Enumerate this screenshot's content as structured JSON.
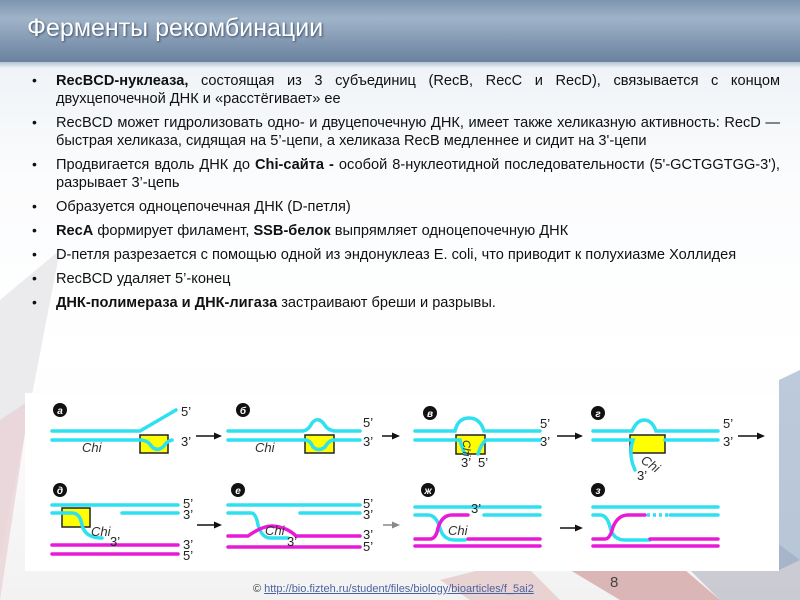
{
  "slide": {
    "title": "Ферменты рекомбинации",
    "page_number": "8",
    "footer": {
      "copyright": "©",
      "link_text": "http://bio.fizteh.ru/student/files/biology/bioarticles/f_5ai2"
    },
    "bullets": [
      [
        {
          "text": "RecBCD-нуклеаза,",
          "bold": true
        },
        {
          "text": " состоящая из 3 субъединиц (RecB, RecC и RecD), связывается с концом двухцепочечной ДНК и «расстёгивает» ее",
          "bold": false
        }
      ],
      [
        {
          "text": "RecBCD может гидролизовать одно- и двуцепочечную ДНК, имеет также хеликазную активность: RecD — быстрая хеликаза, сидящая на 5’-цепи, а хеликаза RecB медленнее и сидит на 3'-цепи",
          "bold": false
        }
      ],
      [
        {
          "text": "Продвигается вдоль ДНК до ",
          "bold": false
        },
        {
          "text": "Chi-сайта -",
          "bold": true
        },
        {
          "text": " особой 8-нуклеотидной последовательности (5'-GCTGGTGG-3'), разрывает 3’-цепь",
          "bold": false
        }
      ],
      [
        {
          "text": "Образуется одноцепочечная ДНК (D-петля)",
          "bold": false
        }
      ],
      [
        {
          "text": "RecA",
          "bold": true
        },
        {
          "text": " формирует филамент, ",
          "bold": false
        },
        {
          "text": "SSB-белок",
          "bold": true
        },
        {
          "text": " выпрямляет одноцепочечную ДНК",
          "bold": false
        }
      ],
      [
        {
          "text": "D-петля разрезается с помощью одной из эндонуклеаз E. coli, что приводит к полухиазме Холлидея",
          "bold": false
        }
      ],
      [
        {
          "text": "RecBCD удаляет 5’-конец",
          "bold": false
        }
      ],
      [
        {
          "text": "ДНК-полимераза и ДНК-лигаза",
          "bold": true
        },
        {
          "text": " застраивают бреши и разрывы.",
          "bold": false
        }
      ]
    ]
  },
  "figure": {
    "panels": [
      "а",
      "б",
      "в",
      "г",
      "д",
      "е",
      "ж",
      "з"
    ],
    "chi_label": "Chi",
    "end5": "5’",
    "end3": "3’",
    "colors": {
      "dna": "#2ee0f0",
      "invading_dna": "#e81ad8",
      "recbcd": "#ffff00",
      "header": "#7e95b0"
    }
  }
}
